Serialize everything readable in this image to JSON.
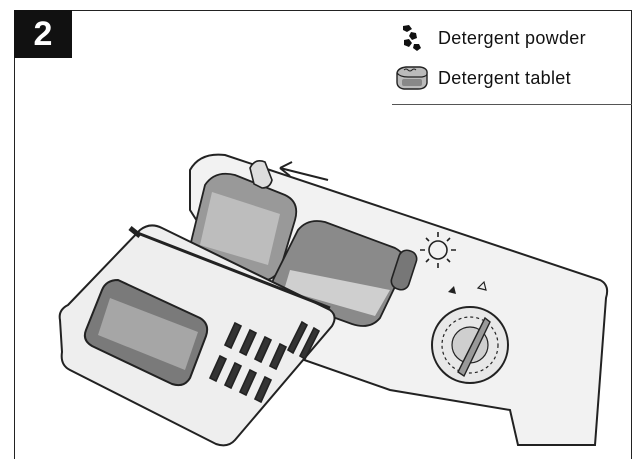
{
  "step": {
    "number": "2"
  },
  "legend": [
    {
      "icon": "detergent-powder-icon",
      "label": "Detergent powder"
    },
    {
      "icon": "detergent-tablet-icon",
      "label": "Detergent tablet"
    }
  ],
  "colors": {
    "badge_bg": "#111111",
    "line": "#222222"
  }
}
